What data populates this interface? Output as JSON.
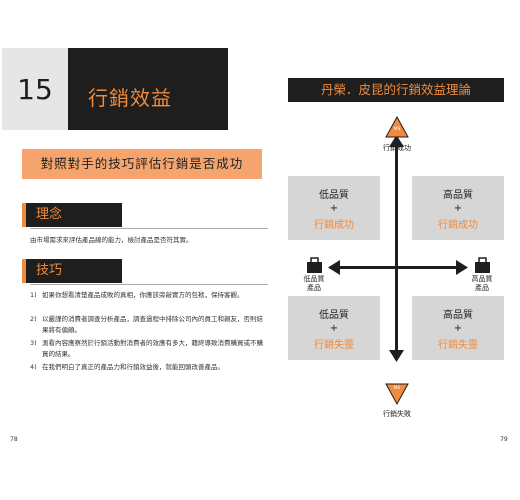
{
  "left_page": {
    "chapter_number": "15",
    "chapter_title": "行銷效益",
    "banner": "對照對手的技巧評估行銷是否成功",
    "idea": {
      "heading": "理念",
      "text": "由市場需求來評估產品線的能力，檢討產品是否符其實。"
    },
    "tips": {
      "heading": "技巧",
      "items": [
        {
          "num": "1)",
          "text": "如果你想看清楚產品成敗的真相，你應該旁敲實方的包袱，保持客觀。"
        },
        {
          "num": "2)",
          "text": "以嚴謹的消費者調查分析產品，調查過程中排除公司內的員工和親友，否則結果將有偏頗。"
        },
        {
          "num": "3)",
          "text": "測看內容應察然於行銷活動對消費者的效應有多大，藉終導致消費購買或不購買的結果。"
        },
        {
          "num": "4)",
          "text": "在我們明白了真正的產品力和行銷效益後，就能回頭改善產品。"
        }
      ]
    },
    "page_number": "78"
  },
  "right_page": {
    "title": "丹榮．皮昆的行銷效益理論",
    "top_label": "行銷成功",
    "bottom_label": "行銷失敗",
    "left_label": [
      "低品質",
      "產品"
    ],
    "right_label": [
      "高品質",
      "產品"
    ],
    "quadrants": {
      "top_left": {
        "line1": "低品質",
        "line2": "+",
        "line3": "行銷成功"
      },
      "top_right": {
        "line1": "高品質",
        "line2": "+",
        "line3": "行銷成功"
      },
      "bottom_left": {
        "line1": "低品質",
        "line2": "+",
        "line3": "行銷失靈"
      },
      "bottom_right": {
        "line1": "高品質",
        "line2": "+",
        "line3": "行銷失靈"
      }
    },
    "icon_badge": "MS",
    "page_number": "79"
  },
  "colors": {
    "accent": "#f08a3c",
    "dark": "#1e1e1e",
    "panel": "#d6d6d6",
    "banner": "#f4a46c"
  }
}
